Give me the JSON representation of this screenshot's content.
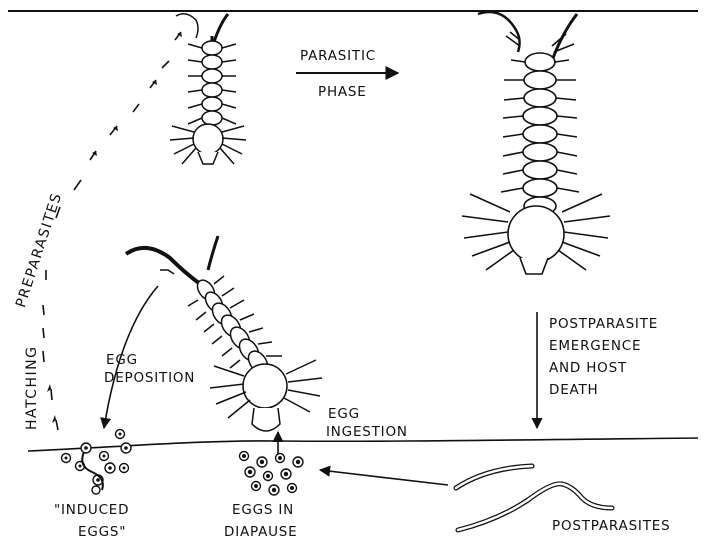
{
  "labels": {
    "parasitic_line1": "PARASITIC",
    "parasitic_line2": "PHASE",
    "preparasites": "PREPARASITES",
    "hatching": "HATCHING",
    "egg_deposition_line1": "EGG",
    "egg_deposition_line2": "DEPOSITION",
    "egg_ingestion_line1": "EGG",
    "egg_ingestion_line2": "INGESTION",
    "postparasite_line1": "POSTPARASITE",
    "postparasite_line2": "EMERGENCE",
    "postparasite_line3": "AND HOST",
    "postparasite_line4": "DEATH",
    "induced_eggs_line1": "\"INDUCED",
    "induced_eggs_line2": "EGGS\"",
    "eggs_diapause_line1": "EGGS IN",
    "eggs_diapause_line2": "DIAPAUSE",
    "postparasites": "POSTPARASITES"
  },
  "colors": {
    "ink": "#111111",
    "paper": "#ffffff"
  }
}
